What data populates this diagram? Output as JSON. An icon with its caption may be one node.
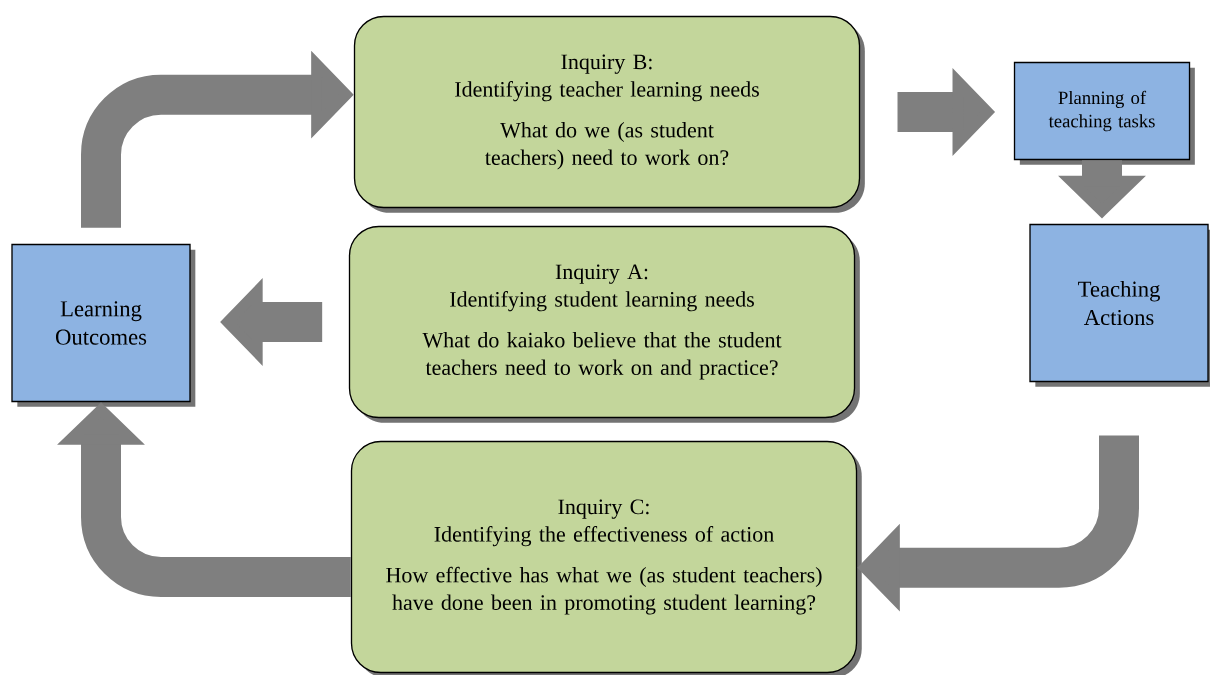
{
  "diagram": {
    "nodes": [
      {
        "text": [
          "Inquiry B:",
          "Identifying teacher learning needs",
          "What do we (as student teachers) need to work on?"
        ]
      },
      {
        "text": [
          "Planning of teaching tasks"
        ]
      },
      {
        "text": [
          "Learning Outcomes"
        ]
      },
      {
        "text": [
          "Inquiry A:",
          "Identifying student learning needs",
          "What do kaiako believe that the student teachers need to work on and practice?"
        ]
      },
      {
        "text": [
          "Teaching Actions"
        ]
      },
      {
        "text": [
          "Inquiry C:",
          "Identifying the effectiveness of action",
          "How effective has what we (as student teachers) have done been in promoting student learning?"
        ]
      }
    ],
    "edges": [
      {
        "from": 0,
        "to": 1,
        "arrow": "to"
      },
      {
        "from": 1,
        "to": 4,
        "arrow": "to"
      },
      {
        "from": 3,
        "to": 2,
        "arrow": "to"
      },
      {
        "from": 2,
        "to": 0,
        "arrow": "to"
      },
      {
        "from": 4,
        "to": 5,
        "arrow": "to"
      },
      {
        "from": 5,
        "to": 2,
        "arrow": "to"
      }
    ]
  }
}
